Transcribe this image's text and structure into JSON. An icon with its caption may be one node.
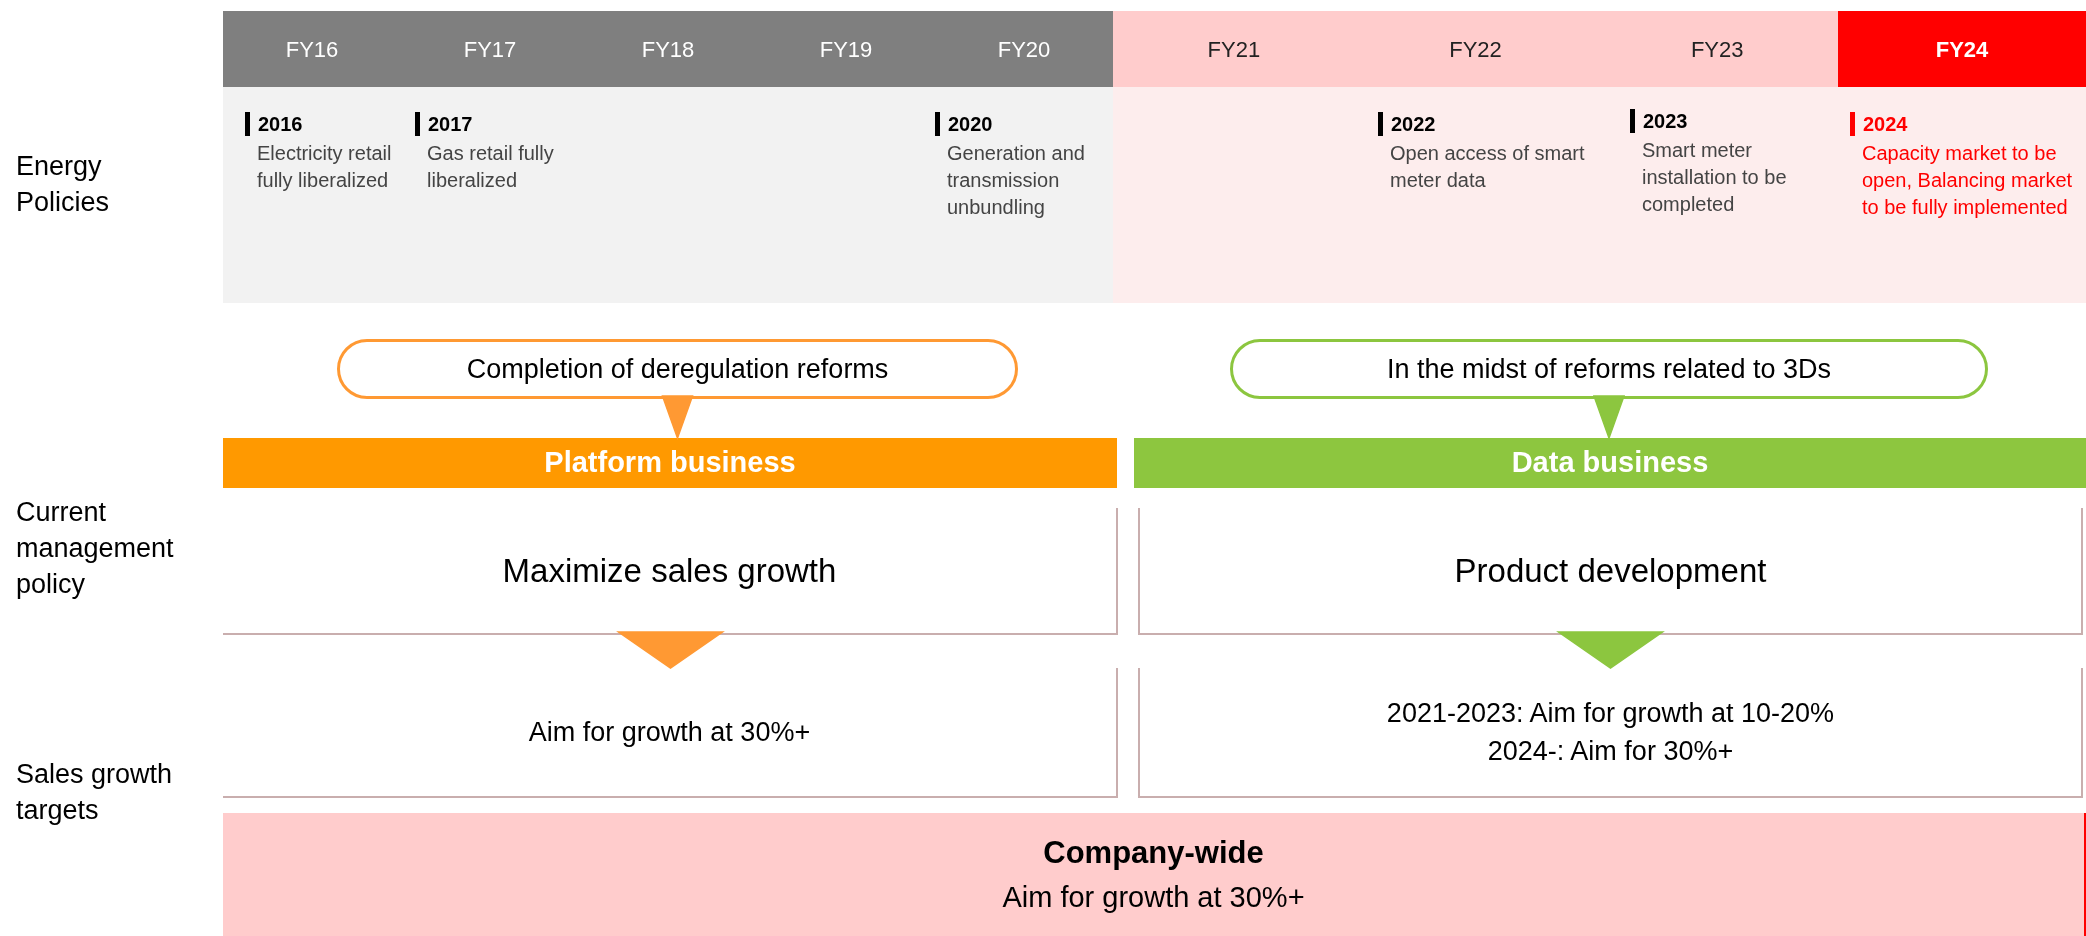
{
  "diagram": {
    "nodes": [
      {
        "text": [
          "FY16",
          "FY17",
          "FY18",
          "FY19",
          "FY20"
        ]
      },
      {
        "text": [
          "FY21",
          "FY22",
          "FY23"
        ]
      },
      {
        "text": [
          "FY24"
        ]
      },
      {
        "text": [
          "2016",
          "Electricity retail fully liberalized",
          "2017",
          "Gas retail fully liberalized",
          "2020",
          "Generation and transmission unbundling"
        ]
      },
      {
        "text": [
          "2022",
          "Open access of smart meter data",
          "2023",
          "Smart meter installation to be completed",
          "2024",
          "Capacity market to be open, Balancing market to be fully implemented"
        ]
      },
      {
        "text": [
          "Completion of deregulation reforms"
        ]
      },
      {
        "text": [
          "In the midst of reforms related to 3Ds"
        ]
      },
      {
        "text": [
          "Platform business"
        ]
      },
      {
        "text": [
          "Data business"
        ]
      },
      {
        "text": [
          "Maximize sales growth"
        ]
      },
      {
        "text": [
          "Product development"
        ]
      },
      {
        "text": [
          "Aim for growth at 30%+"
        ]
      },
      {
        "text": [
          "2021-2023: Aim for growth at 10-20%",
          "2024-: Aim for 30%+"
        ]
      },
      {
        "text": [
          "Company-wide",
          "Aim for growth at 30%+"
        ]
      }
    ],
    "edges": [
      {
        "from": 5,
        "to": 7,
        "arrow": "to",
        "color": "#ff9933"
      },
      {
        "from": 6,
        "to": 8,
        "arrow": "to",
        "color": "#8cc63f"
      },
      {
        "from": 9,
        "to": 11,
        "arrow": "to",
        "color": "#ff9933"
      },
      {
        "from": 10,
        "to": 12,
        "arrow": "to",
        "color": "#8cc63f"
      }
    ],
    "labels": [
      "Energy Policies",
      "Current management policy",
      "Sales growth targets"
    ]
  }
}
